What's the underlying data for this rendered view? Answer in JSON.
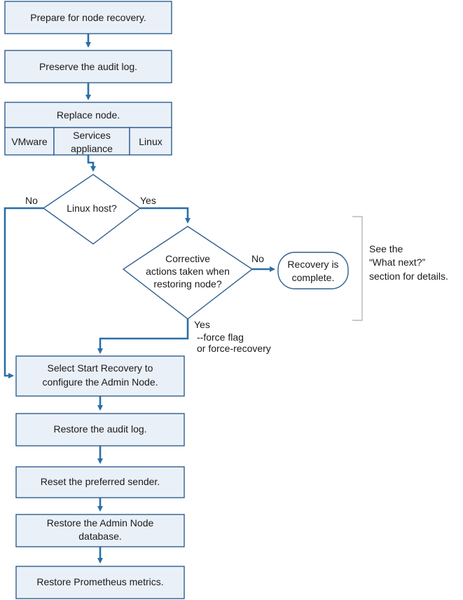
{
  "nodes": {
    "prepare": "Prepare for node recovery.",
    "preserve": "Preserve the audit log.",
    "replace": "Replace node.",
    "vmware": "VMware",
    "services_1": "Services",
    "services_2": "appliance",
    "linux": "Linux",
    "linux_host": "Linux host?",
    "corrective_1": "Corrective",
    "corrective_2": "actions taken when",
    "corrective_3": "restoring node?",
    "complete_1": "Recovery is",
    "complete_2": "complete.",
    "select_1": "Select Start Recovery to",
    "select_2": "configure the Admin Node.",
    "restore_audit": "Restore the audit log.",
    "reset_sender": "Reset the preferred sender.",
    "restore_db_1": "Restore the Admin Node",
    "restore_db_2": "database.",
    "restore_prom": "Restore Prometheus metrics."
  },
  "labels": {
    "no_left": "No",
    "yes_right": "Yes",
    "no_mid": "No",
    "yes_down": "Yes",
    "force_1": "--force flag",
    "force_2": "or force-recovery"
  },
  "note": {
    "line1": "See the",
    "line2": "“What next?”",
    "line3": "section for details."
  }
}
